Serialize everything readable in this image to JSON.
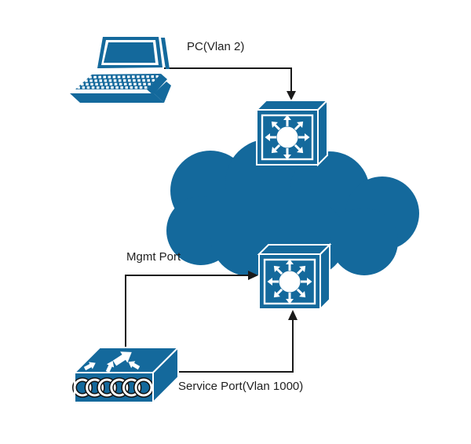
{
  "diagram": {
    "type": "network-topology",
    "background": "#ffffff",
    "colors": {
      "node_fill": "#14699c",
      "node_detail": "#ffffff",
      "ring_outline": "#101010",
      "connector": "#1a1a1a",
      "label_text": "#1f1f1f"
    },
    "labels": {
      "pc": "PC(Vlan 2)",
      "mgmt_port": "Mgmt Port",
      "service_port": "Service Port(Vlan 1000)"
    },
    "nodes": [
      {
        "id": "pc",
        "icon": "laptop-icon"
      },
      {
        "id": "edge-switch",
        "icon": "multilayer-switch-icon"
      },
      {
        "id": "network-cloud",
        "icon": "cloud-icon"
      },
      {
        "id": "core-switch",
        "icon": "multilayer-switch-icon"
      },
      {
        "id": "wlc",
        "icon": "wireless-lan-controller-icon"
      }
    ],
    "connections": [
      {
        "from": "pc",
        "to": "edge-switch",
        "label": "PC(Vlan 2)",
        "arrow": "to"
      },
      {
        "from": "wlc",
        "to": "core-switch",
        "label": "Mgmt Port",
        "arrow": "to"
      },
      {
        "from": "wlc",
        "to": "core-switch",
        "label": "Service Port(Vlan 1000)",
        "arrow": "to"
      }
    ]
  }
}
